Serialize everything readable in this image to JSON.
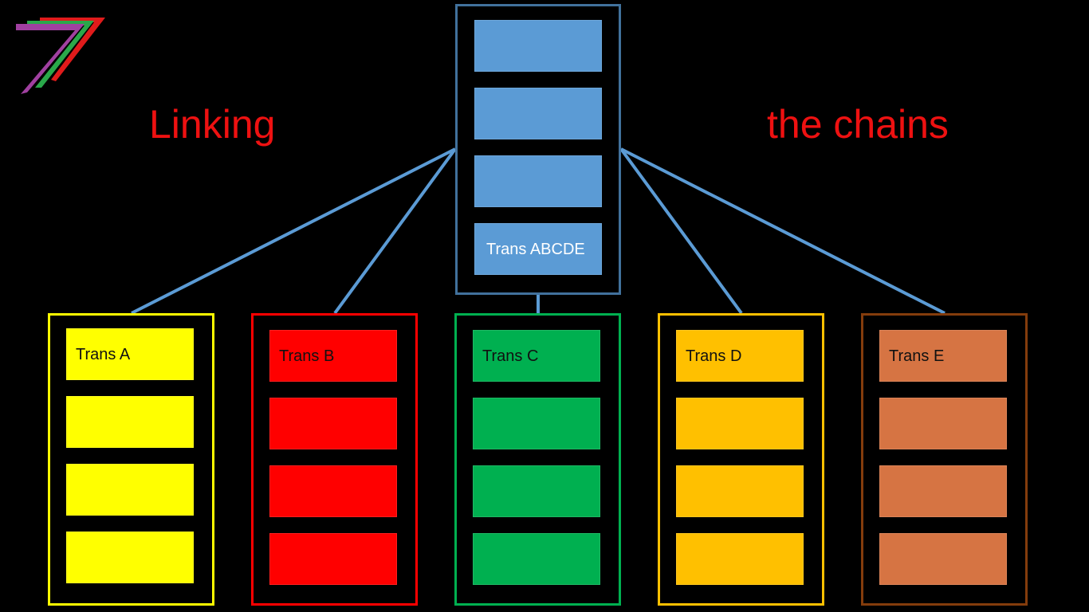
{
  "slide": {
    "heading_left": "Linking",
    "heading_right": "the chains"
  },
  "top_chain": {
    "border_color": "#41719c",
    "block_color": "#5b9bd5",
    "blocks": [
      "",
      "",
      "",
      "Trans ABCDE"
    ]
  },
  "chains": [
    {
      "label": "Trans A",
      "border_color": "#ffff00",
      "block_color": "#ffff00",
      "blocks": [
        "Trans A",
        "",
        "",
        ""
      ]
    },
    {
      "label": "Trans B",
      "border_color": "#ff0000",
      "block_color": "#ff0000",
      "blocks": [
        "Trans B",
        "",
        "",
        ""
      ]
    },
    {
      "label": "Trans C",
      "border_color": "#00b050",
      "block_color": "#00b050",
      "blocks": [
        "Trans C",
        "",
        "",
        ""
      ]
    },
    {
      "label": "Trans D",
      "border_color": "#ffc000",
      "block_color": "#ffc000",
      "blocks": [
        "Trans D",
        "",
        "",
        ""
      ]
    },
    {
      "label": "Trans E",
      "border_color": "#843c0c",
      "block_color": "#d67443",
      "blocks": [
        "Trans E",
        "",
        "",
        ""
      ]
    }
  ],
  "connector_color": "#5b9bd5",
  "logo_colors": [
    "#a040a0",
    "#2aa84a",
    "#e01b1b"
  ]
}
